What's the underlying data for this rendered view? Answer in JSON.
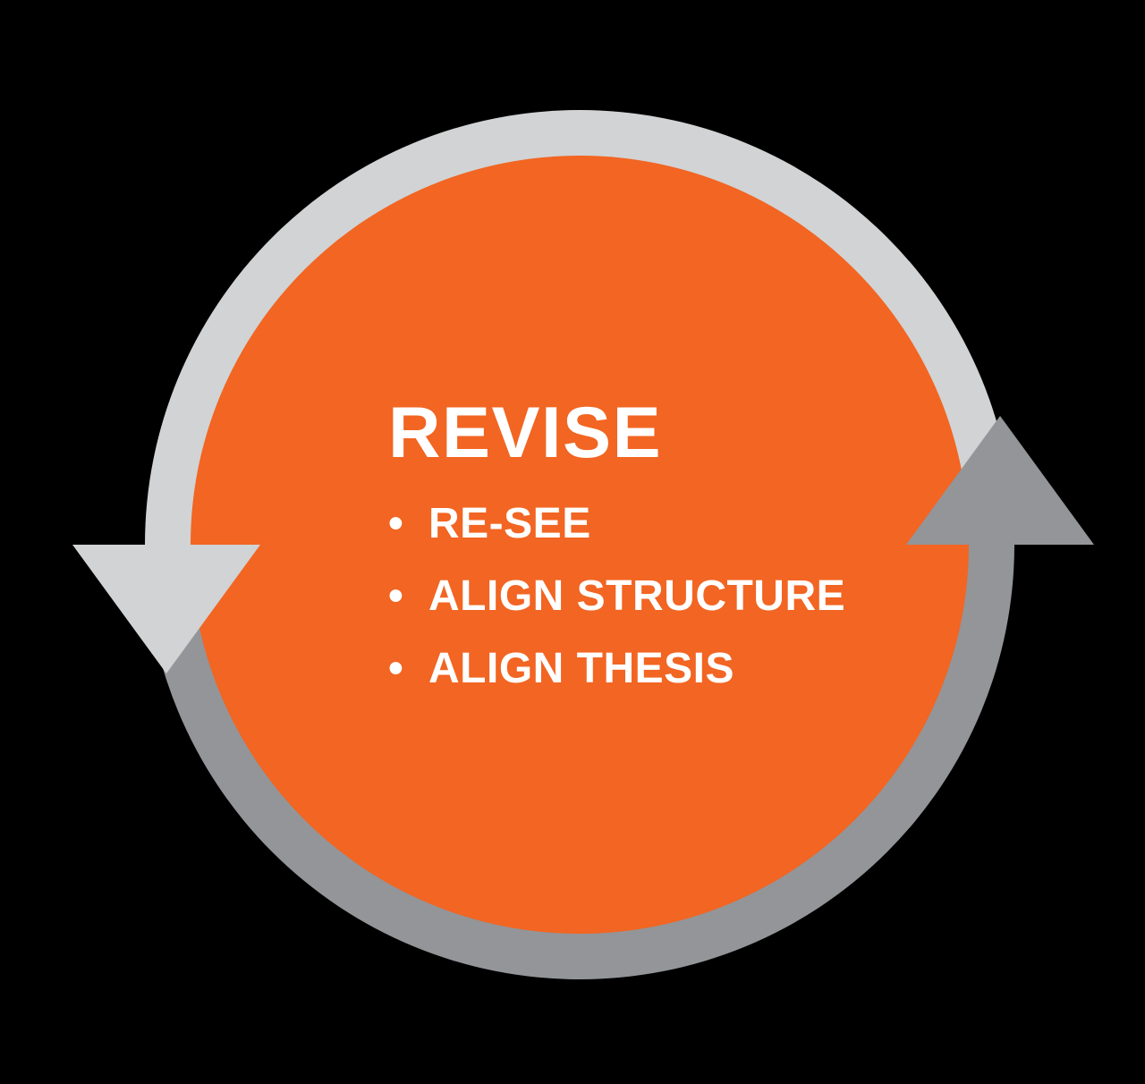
{
  "diagram": {
    "title": "REVISE",
    "bullet_char": "•",
    "bullets": [
      "RE-SEE",
      "ALIGN STRUCTURE",
      "ALIGN THESIS"
    ],
    "colors": {
      "background": "#000000",
      "circle_fill": "#F26522",
      "arc_top": "#D1D3D4",
      "arc_bottom": "#939598",
      "text": "#FFFFFF"
    }
  }
}
